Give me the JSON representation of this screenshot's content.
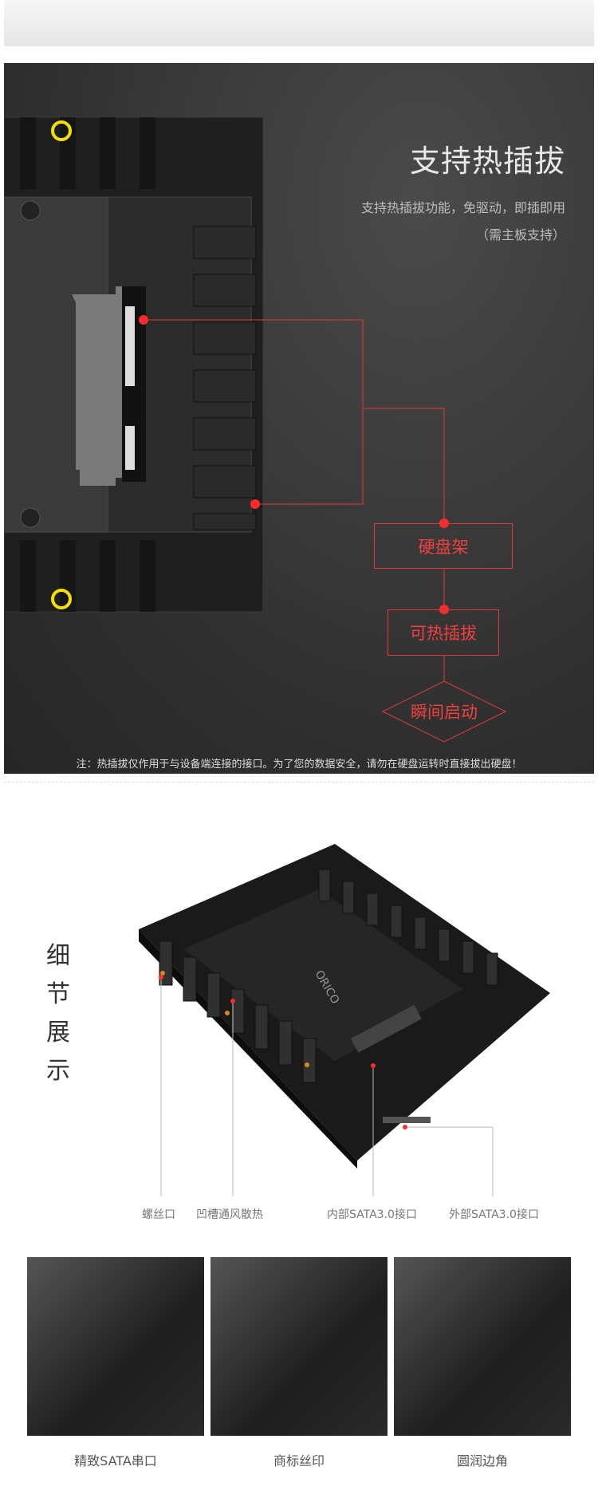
{
  "hotplug": {
    "title": "支持热插拔",
    "subtitle": "支持热插拔功能，免驱动，即插即用",
    "subtitle2": "（需主板支持）",
    "steps": [
      "硬盘架",
      "可热插拔",
      "瞬间启动"
    ],
    "note": "注：热插拔仅作用于与设备端连接的接口。为了您的数据安全，请勿在硬盘运转时直接拔出硬盘！",
    "accent": "#e23a3a"
  },
  "details": {
    "heading_chars": [
      "细",
      "节",
      "展",
      "示"
    ],
    "brand": "ORICO",
    "callouts": [
      "螺丝口",
      "凹槽通风散热",
      "内部SATA3.0接口",
      "外部SATA3.0接口"
    ],
    "thumbnails": [
      {
        "caption": "精致SATA串口"
      },
      {
        "caption": "商标丝印"
      },
      {
        "caption": "圆润边角"
      }
    ]
  }
}
